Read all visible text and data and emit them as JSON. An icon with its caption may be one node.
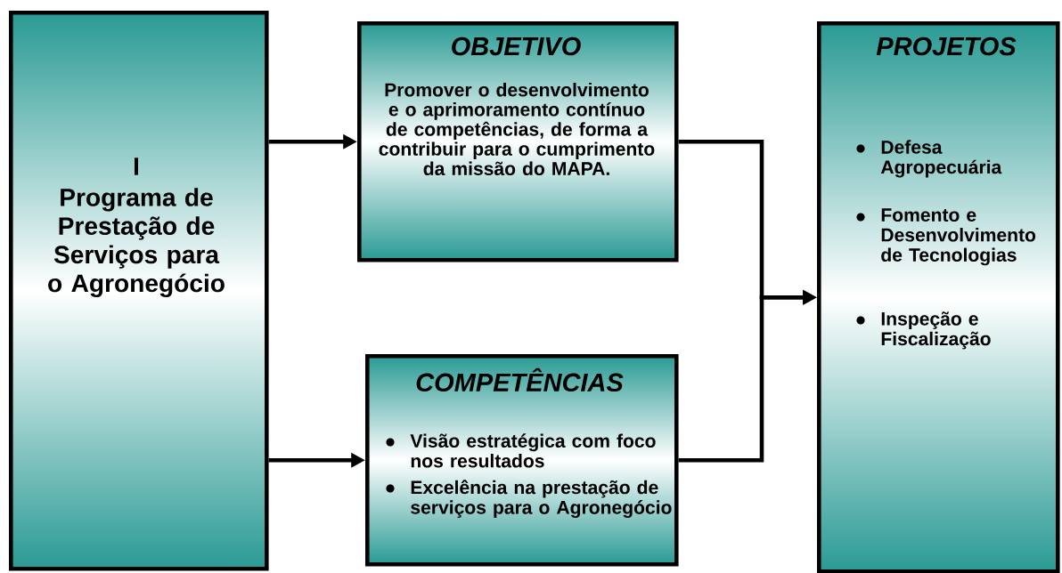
{
  "diagram": {
    "nodes": [
      {
        "text": [
          "I",
          "Programa de Prestação de Serviços para o Agronegócio"
        ]
      },
      {
        "text": [
          "OBJETIVO",
          "Promover o desenvolvimento e o aprimoramento contínuo de competências, de forma a contribuir para o cumprimento da missão do MAPA."
        ]
      },
      {
        "text": [
          "COMPETÊNCIAS",
          "Visão estratégica com foco nos resultados",
          "Excelência na prestação de serviços para o Agronegócio"
        ]
      },
      {
        "text": [
          "PROJETOS",
          "Defesa Agropecuária",
          "Fomento e Desenvolvimento de Tecnologias",
          "Inspeção e Fiscalização"
        ]
      }
    ],
    "edges": [
      {
        "from": 0,
        "to": 1,
        "arrow": "to"
      },
      {
        "from": 0,
        "to": 2,
        "arrow": "to"
      },
      {
        "from": 1,
        "to": 3,
        "arrow": "to"
      },
      {
        "from": 2,
        "to": 3,
        "arrow": "to"
      }
    ]
  }
}
